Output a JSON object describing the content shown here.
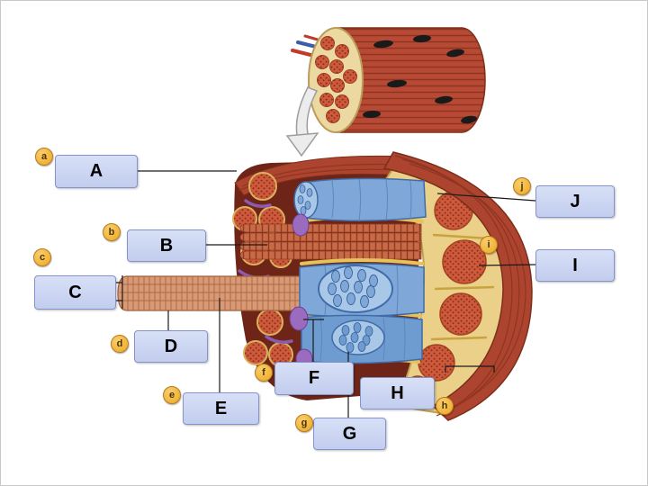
{
  "slide": {
    "background": "#ffffff",
    "border_color": "#c8c8c8"
  },
  "diagram": {
    "subject": "skeletal-muscle-structure-labeling",
    "answer_boxes": [
      "A",
      "B",
      "C",
      "D",
      "E",
      "F",
      "G",
      "H",
      "I",
      "J"
    ],
    "markers": [
      "a",
      "b",
      "c",
      "d",
      "e",
      "f",
      "g",
      "h",
      "i",
      "j"
    ]
  },
  "colors": {
    "answer_box_fill": "#c2cdee",
    "answer_box_border": "#8493c9",
    "marker_fill": "#eda921",
    "marker_border": "#b8791b",
    "muscle_red": "#b84a35",
    "muscle_stripe": "#8e3520",
    "fascicle_red": "#ce5a3c",
    "fascicle_dot": "#8a2c1a",
    "perimysium_cream": "#ead089",
    "septa_yellow": "#c9a33e",
    "fiber_blue": "#7fa8d8",
    "fiber_blue_dark": "#3f6ca8",
    "endomysium_purple": "#9b6bbf",
    "fiber_rod_tan": "#d89a74",
    "dark_backdrop": "#6e2517",
    "label_line": "#1a1a1a"
  }
}
